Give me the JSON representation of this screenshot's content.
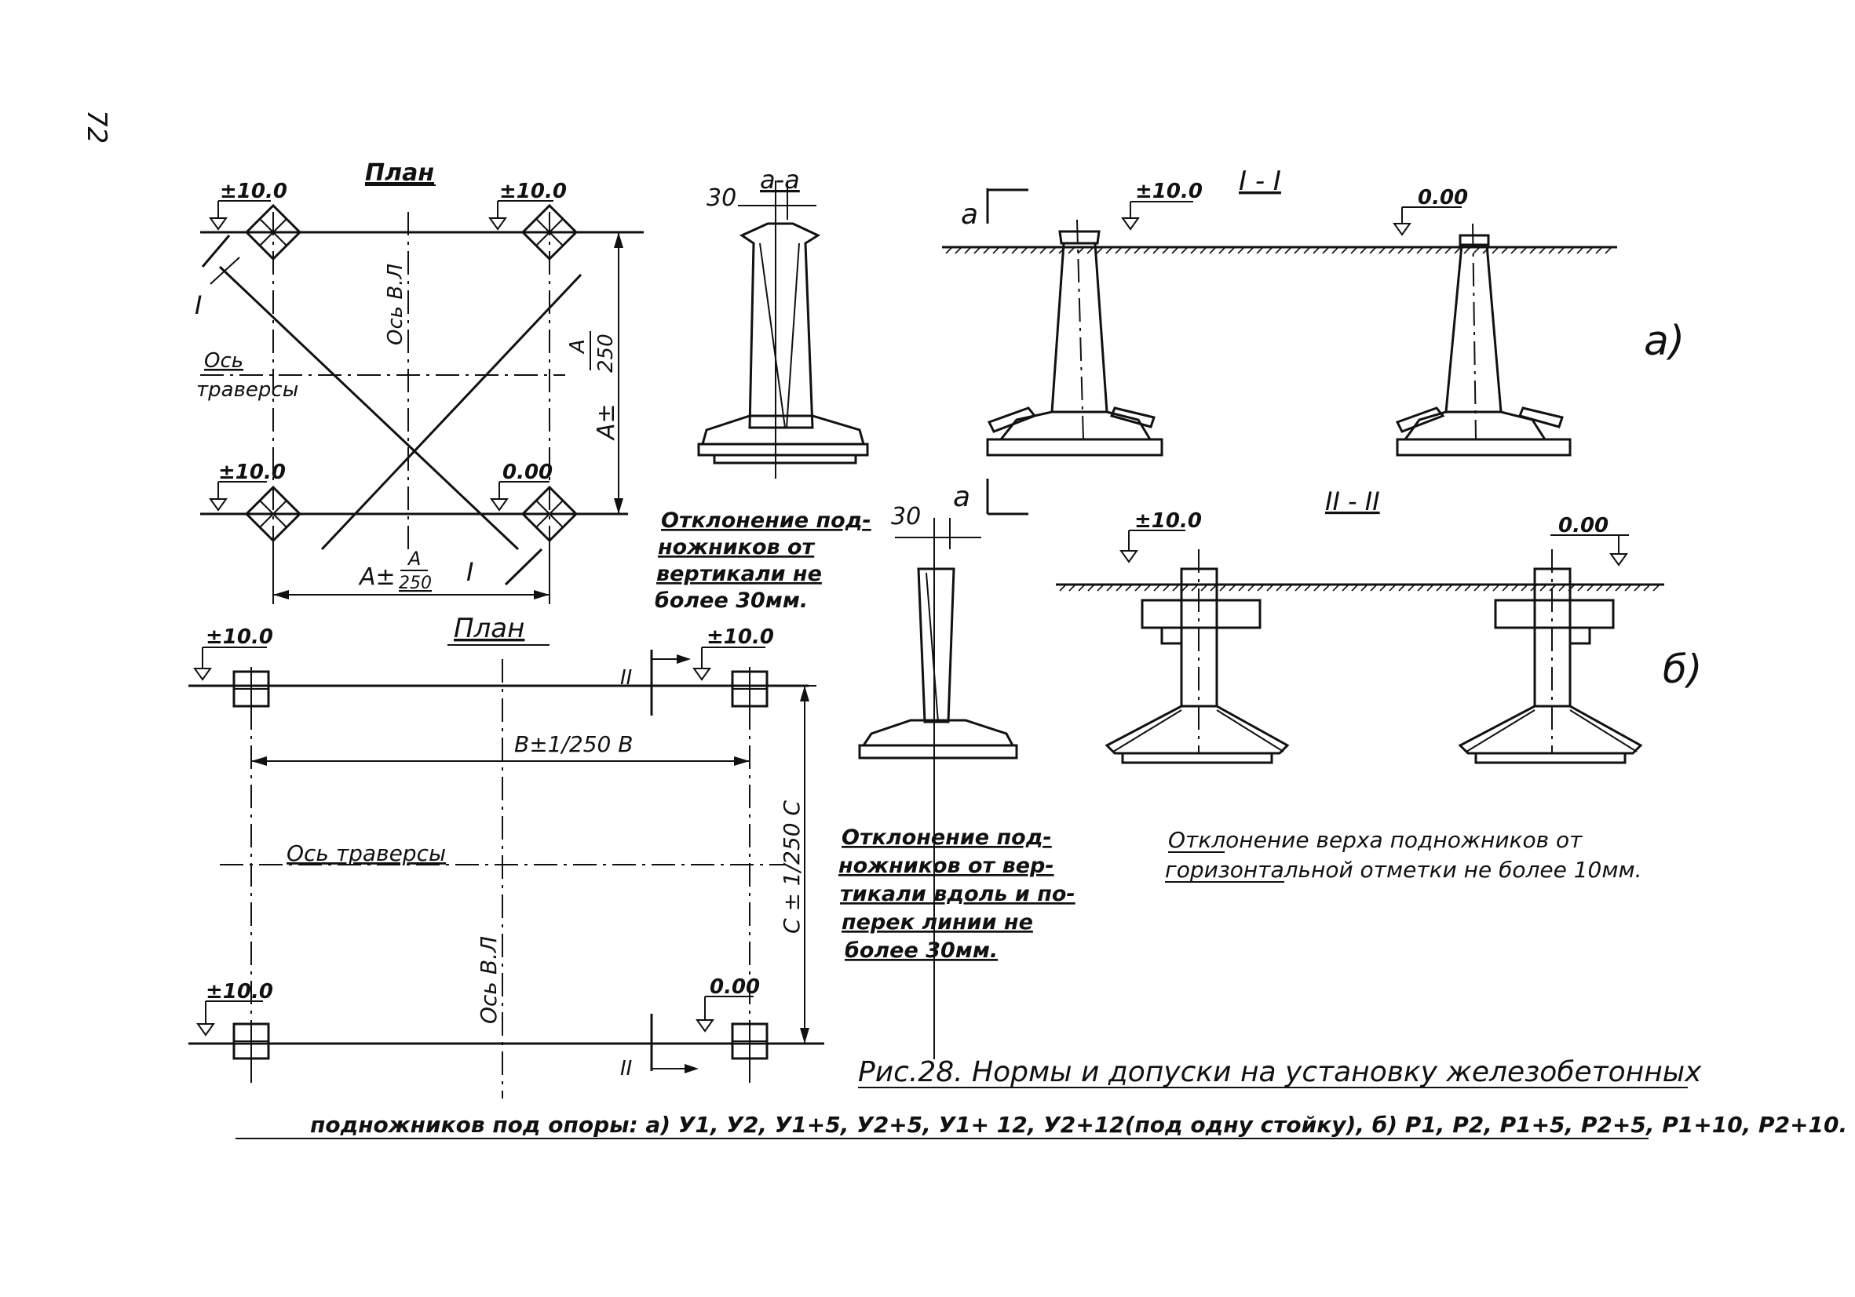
{
  "page_number": "72",
  "plan_top": {
    "title": "План",
    "marks": {
      "top_left": "±10.0",
      "top_right": "±10.0",
      "bottom_left": "±10.0",
      "bottom_right": "0.00"
    },
    "axis_vl": "Ось В.Л",
    "axis_traverse_1": "Ось",
    "axis_traverse_2": "траверсы",
    "dim_vertical_main": "A±",
    "dim_vertical_num": "A",
    "dim_vertical_den": "250",
    "dim_horizontal_main": "A±",
    "dim_horizontal_num": "A",
    "dim_horizontal_den": "250",
    "section_mark_left": "I",
    "section_mark_right": "I"
  },
  "section_aa": {
    "title": "а-а",
    "dim": "30",
    "note": [
      "Отклонение под-",
      "ножников от",
      "вертикали не",
      "более 30мм."
    ]
  },
  "section_I": {
    "title": "I - I",
    "variant": "а)",
    "cut_label_top": "а",
    "cut_label_bottom": "а",
    "mark_left": "±10.0",
    "mark_right": "0.00"
  },
  "plan_bottom": {
    "title": "План",
    "marks": {
      "top_left": "±10.0",
      "top_right": "±10.0",
      "bottom_left": "±10.0",
      "bottom_right": "0.00"
    },
    "dim_b": "B±1/250 B",
    "dim_c": "C ± 1/250 C",
    "axis_traverse": "Ось траверсы",
    "axis_vl": "Ось В.Л",
    "section_mark_top": "II",
    "section_mark_bottom": "II"
  },
  "section_small_b": {
    "dim": "30",
    "note": [
      "Отклонение под-",
      "ножников от вер-",
      "тикали вдоль и по-",
      "перек линии не",
      "более 30мм."
    ]
  },
  "section_II": {
    "title": "II - II",
    "variant": "б)",
    "mark_left": "±10.0",
    "mark_right": "0.00",
    "note": [
      "Отклонение верха подножников от",
      "горизонтальной отметки не более 10мм."
    ]
  },
  "caption": {
    "line1": "Рис.28. Нормы и допуски на установку железобетонных",
    "line2": "подножников под опоры: а) У1, У2, У1+5, У2+5, У1+ 12, У2+12(под одну стойку), б) Р1, Р2, Р1+5, Р2+5, Р1+10, Р2+10."
  }
}
